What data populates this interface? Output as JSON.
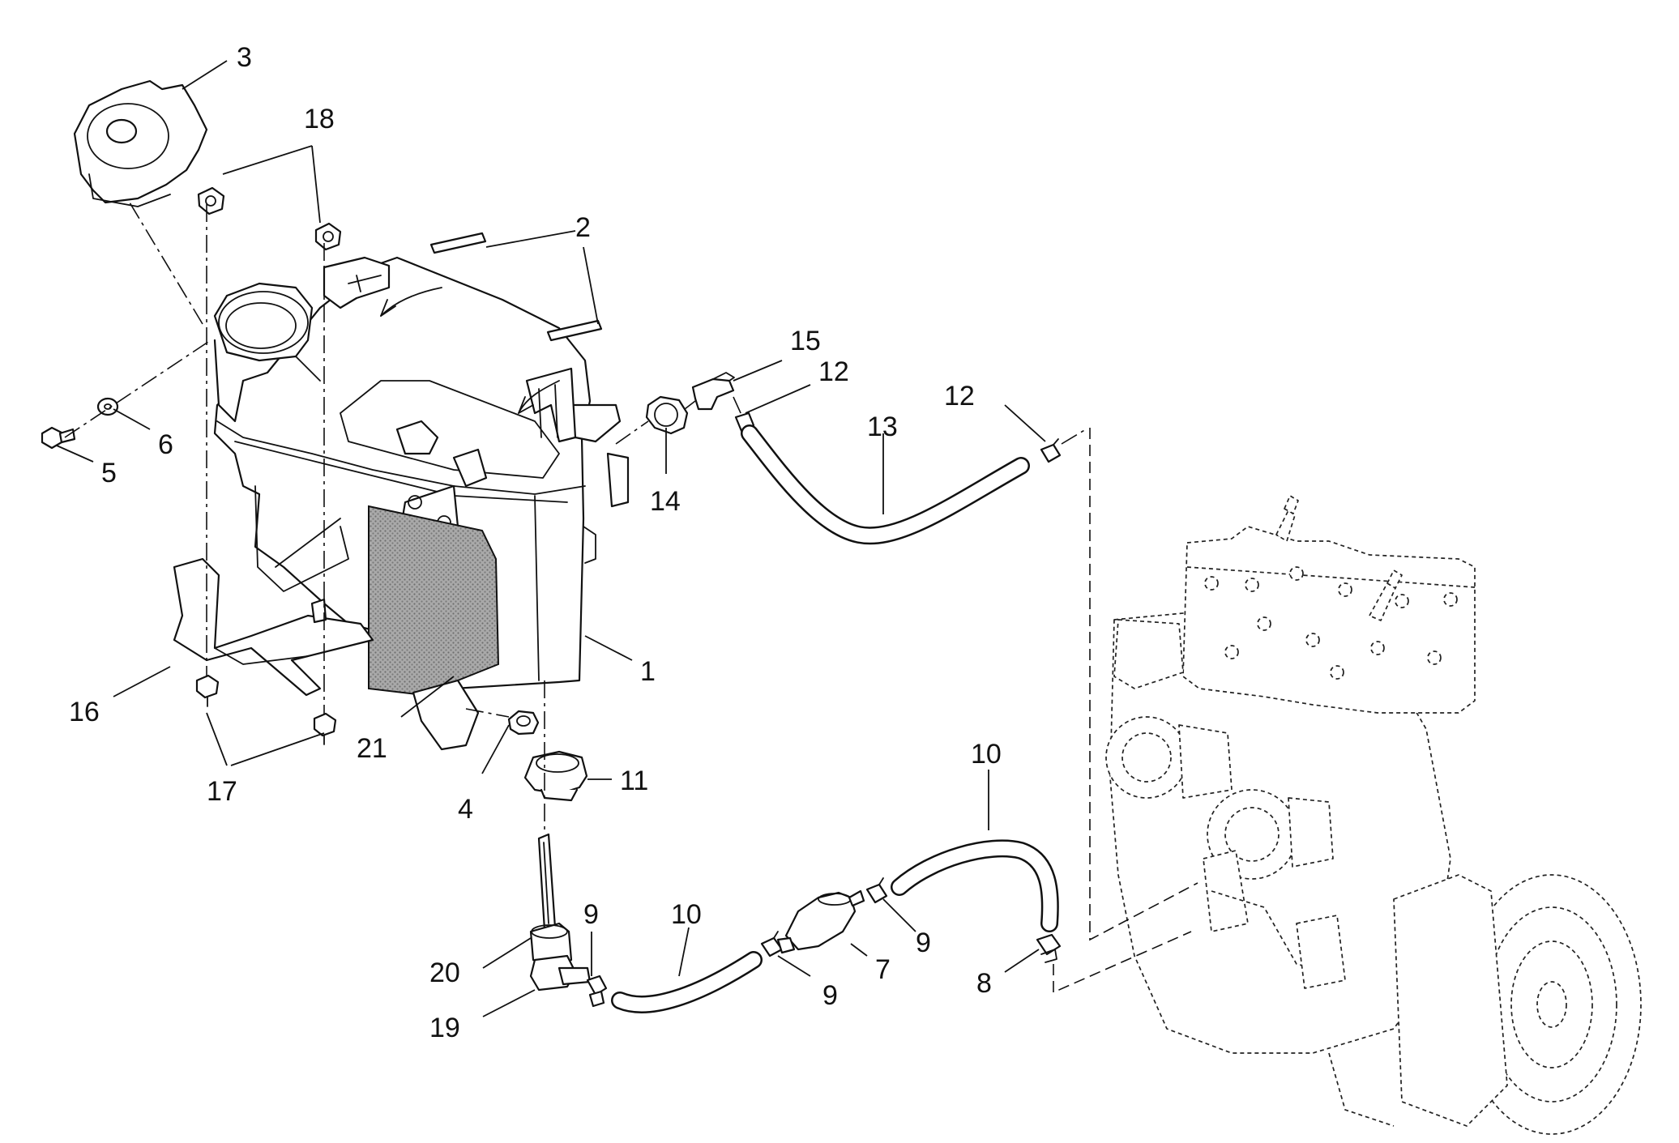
{
  "diagram": {
    "background": "#ffffff",
    "ink_color": "#111111",
    "heat_shield_color": "#8f8f8f",
    "callouts": [
      "1",
      "2",
      "2",
      "3",
      "4",
      "5",
      "6",
      "7",
      "8",
      "9",
      "9",
      "9",
      "10",
      "10",
      "11",
      "12",
      "12",
      "13",
      "14",
      "15",
      "16",
      "17",
      "17",
      "18",
      "18",
      "19",
      "20",
      "21"
    ]
  }
}
